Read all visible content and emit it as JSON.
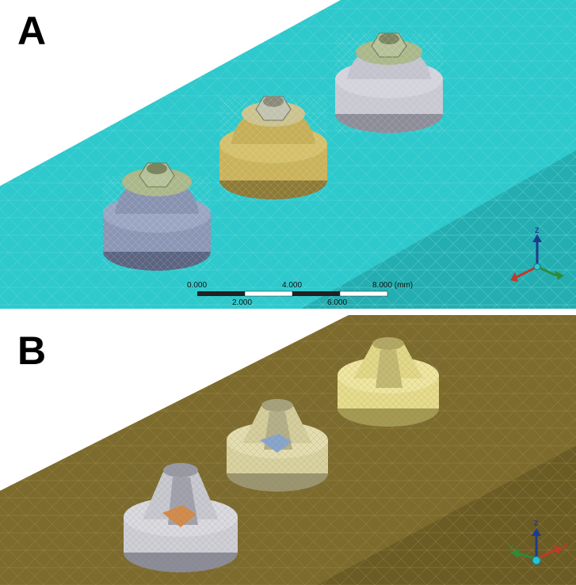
{
  "panel_a": {
    "label": "A",
    "scale_bar": {
      "top_labels": [
        "0.000",
        "4.000",
        "8.000 (mm)"
      ],
      "bottom_labels": [
        "2.000",
        "6.000"
      ]
    },
    "triad": {
      "z": "Z"
    }
  },
  "panel_b": {
    "label": "B",
    "triad": {
      "z": "Z",
      "x": "X",
      "y": "Y"
    }
  },
  "colors": {
    "mesh_floor_a": "#2ec9cc",
    "mesh_floor_b": "#7d6b2e",
    "part_blue": "#8a96b4",
    "part_gold": "#c9b25a",
    "part_silver": "#c8c8d2",
    "nut": "#aab78a",
    "section_silver": "#cfcfd6",
    "section_cream": "#d9d2a0",
    "section_yellow": "#e6dc8c"
  }
}
